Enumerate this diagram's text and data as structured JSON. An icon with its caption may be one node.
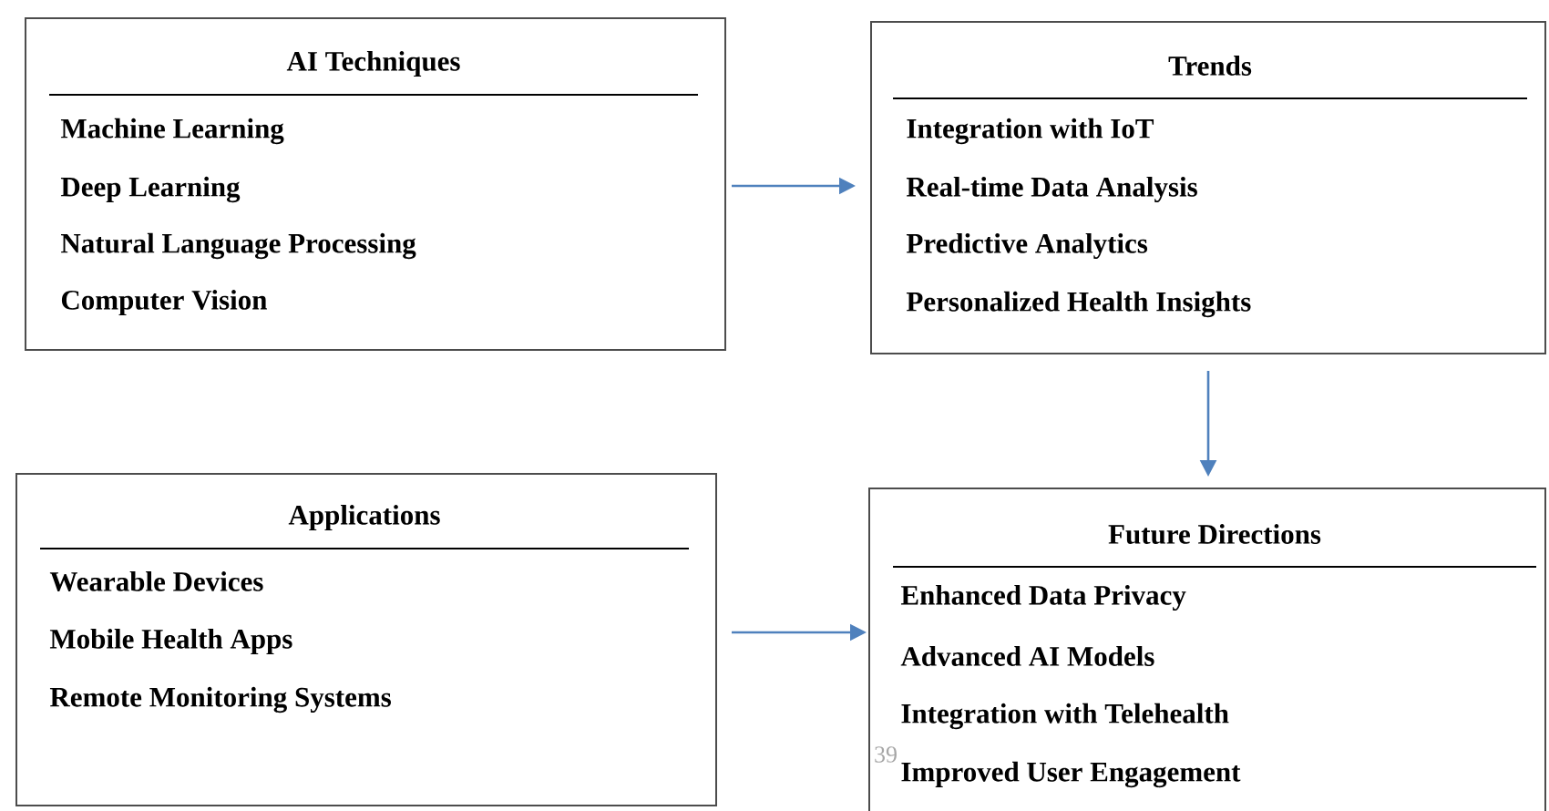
{
  "diagram": {
    "nodes": [
      {
        "text": [
          "AI Techniques",
          "Machine Learning",
          "Deep Learning",
          "Natural Language Processing",
          "Computer Vision"
        ]
      },
      {
        "text": [
          "Trends",
          "Integration with IoT",
          "Real-time Data Analysis",
          "Predictive Analytics",
          "Personalized Health Insights"
        ]
      },
      {
        "text": [
          "Applications",
          "Wearable Devices",
          "Mobile Health Apps",
          "Remote Monitoring Systems"
        ]
      },
      {
        "text": [
          "Future Directions",
          "Enhanced Data Privacy",
          "Advanced AI Models",
          "Integration with Telehealth",
          "Improved User Engagement"
        ]
      }
    ],
    "edges": [
      {
        "from": 0,
        "to": 1,
        "arrow": "to"
      },
      {
        "from": 1,
        "to": 3,
        "arrow": "to"
      },
      {
        "from": 2,
        "to": 3,
        "arrow": "to"
      }
    ],
    "labels": [
      "39"
    ]
  }
}
